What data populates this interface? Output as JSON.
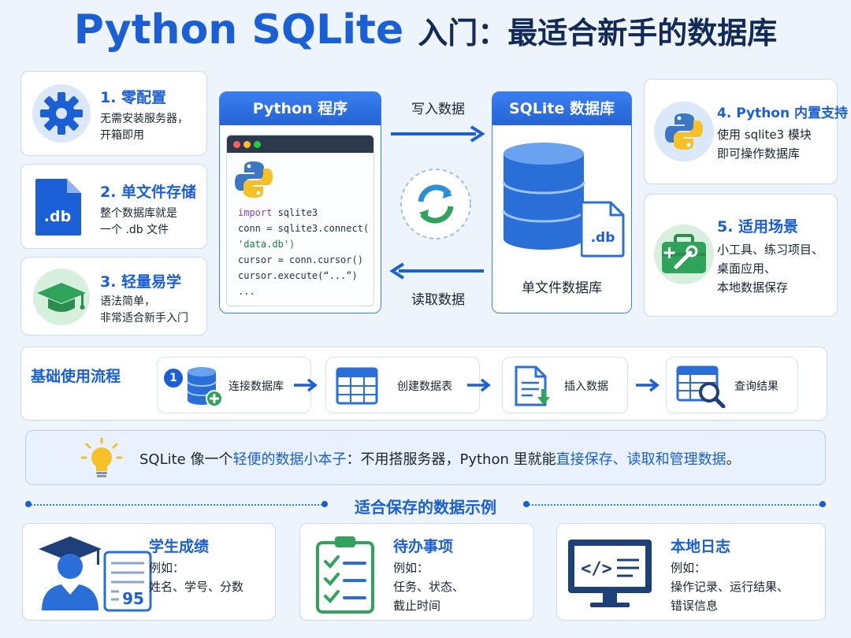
{
  "header": {
    "title_en": "Python SQLite",
    "title_cn": "入门：最适合新手的数据库"
  },
  "features": [
    {
      "title": "1. 零配置",
      "desc_lines": [
        "无需安装服务器，",
        "开箱即用"
      ],
      "icon": "gear-icon"
    },
    {
      "title": "2. 单文件存储",
      "desc_lines": [
        "整个数据库就是",
        "一个 .db 文件"
      ],
      "icon": "db-file-icon",
      "icon_text": ".db"
    },
    {
      "title": "3. 轻量易学",
      "desc_lines": [
        "语法简单，",
        "非常适合新手入门"
      ],
      "icon": "graduation-cap-icon"
    },
    {
      "title": "4. Python 内置支持",
      "desc_lines": [
        "使用 sqlite3 模块",
        "即可操作数据库"
      ],
      "icon": "python-logo-icon"
    },
    {
      "title": "5. 适用场景",
      "desc_lines": [
        "小工具、练习项目、",
        "桌面应用、",
        "本地数据保存"
      ],
      "icon": "toolbox-icon"
    }
  ],
  "program_panel": {
    "title": "Python 程序",
    "code_lines": [
      {
        "kw": "import",
        "rest": " sqlite3"
      },
      {
        "kw": "",
        "rest": "conn = sqlite3.connect("
      },
      {
        "kw": "",
        "rest": "'data.db')",
        "str": true
      },
      {
        "kw": "",
        "rest": "cursor = conn.cursor()"
      },
      {
        "kw": "",
        "rest": "cursor.execute(“...”)"
      },
      {
        "kw": "",
        "rest": "..."
      }
    ]
  },
  "arrows": {
    "write": "写入数据",
    "read": "读取数据"
  },
  "db_panel": {
    "title": "SQLite 数据库",
    "file_label": ".db",
    "caption": "单文件数据库"
  },
  "flow": {
    "title": "基础使用流程",
    "badge": "1",
    "steps": [
      {
        "label": "连接数据库",
        "icon": "database-add-icon"
      },
      {
        "label": "创建数据表",
        "icon": "table-icon"
      },
      {
        "label": "插入数据",
        "icon": "insert-document-icon"
      },
      {
        "label": "查询结果",
        "icon": "table-search-icon"
      }
    ]
  },
  "tip": {
    "part1": "SQLite 像一个",
    "part2": "轻便的数据小本子",
    "part3": "：不用搭服务器，Python 里就能",
    "part4": "直接保存、读取和管理数据",
    "part5": "。"
  },
  "examples_section": {
    "title": "适合保存的数据示例",
    "items": [
      {
        "title": "学生成绩",
        "desc_lines": [
          "例如：",
          "姓名、学号、分数"
        ],
        "icon": "student-score-icon",
        "icon_text": "95"
      },
      {
        "title": "待办事项",
        "desc_lines": [
          "例如：",
          "任务、状态、",
          "截止时间"
        ],
        "icon": "checklist-icon"
      },
      {
        "title": "本地日志",
        "desc_lines": [
          "例如：",
          "操作记录、运行结果、",
          "错误信息"
        ],
        "icon": "code-monitor-icon",
        "icon_text": "</>"
      }
    ]
  },
  "colors": {
    "primary": "#1a5fd6",
    "dark": "#122a57",
    "green": "#2fa35a",
    "yellow": "#f6c026",
    "background": "#eef4fb"
  }
}
